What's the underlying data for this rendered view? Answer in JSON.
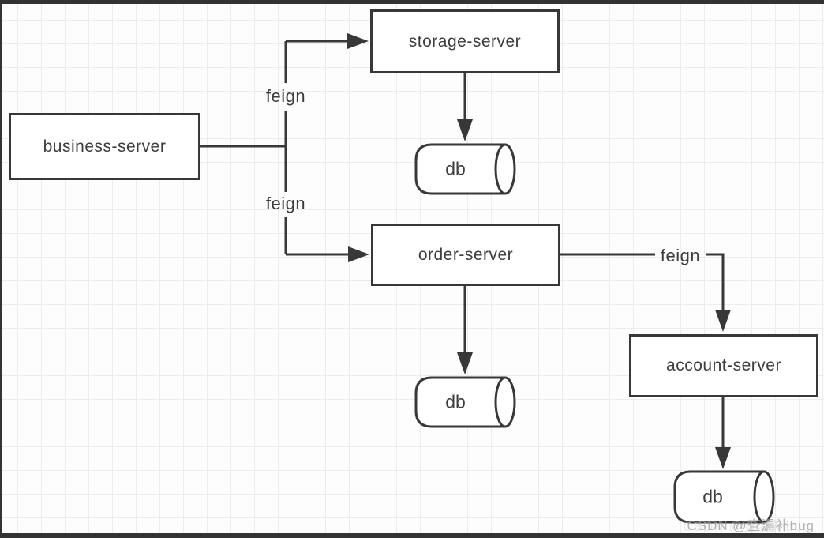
{
  "diagram": {
    "nodes": {
      "business": {
        "label": "business-server",
        "type": "service"
      },
      "storage": {
        "label": "storage-server",
        "type": "service"
      },
      "order": {
        "label": "order-server",
        "type": "service"
      },
      "account": {
        "label": "account-server",
        "type": "service"
      },
      "storage_db": {
        "label": "db",
        "type": "database"
      },
      "order_db": {
        "label": "db",
        "type": "database"
      },
      "account_db": {
        "label": "db",
        "type": "database"
      }
    },
    "edges": [
      {
        "from": "business-server",
        "to": "storage-server",
        "label": "feign"
      },
      {
        "from": "business-server",
        "to": "order-server",
        "label": "feign"
      },
      {
        "from": "order-server",
        "to": "account-server",
        "label": "feign"
      },
      {
        "from": "storage-server",
        "to": "db",
        "label": ""
      },
      {
        "from": "order-server",
        "to": "db",
        "label": ""
      },
      {
        "from": "account-server",
        "to": "db",
        "label": ""
      }
    ],
    "colors": {
      "stroke": "#383838",
      "node_fill": "#ffffff",
      "text": "#3d3d3d",
      "grid_line": "#ececec",
      "frame_bar": "#333333",
      "background": "#fdfdfd"
    }
  },
  "frame": {
    "watermark": "CSDN @查漏补bug"
  }
}
